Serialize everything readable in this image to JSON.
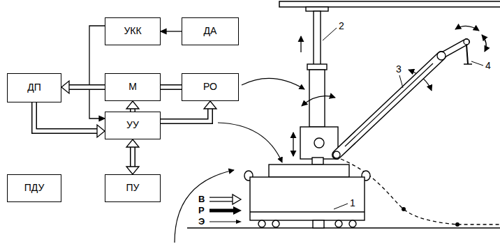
{
  "diagram": {
    "nodes": [
      {
        "text": [
          "УКК"
        ]
      },
      {
        "text": [
          "ДА"
        ]
      },
      {
        "text": [
          "ДП"
        ]
      },
      {
        "text": [
          "М"
        ]
      },
      {
        "text": [
          "РО"
        ]
      },
      {
        "text": [
          "УУ"
        ]
      },
      {
        "text": [
          "ПДУ"
        ]
      },
      {
        "text": [
          "ПУ"
        ]
      }
    ],
    "edges": [
      {
        "from": 1,
        "to": 0,
        "arrow": "to"
      },
      {
        "from": 0,
        "to": 5,
        "arrow": "to"
      },
      {
        "from": 3,
        "to": 2,
        "arrow": "to"
      },
      {
        "from": 3,
        "to": 4,
        "arrow": "none"
      },
      {
        "from": 2,
        "to": 5,
        "arrow": "to"
      },
      {
        "from": 5,
        "to": 3,
        "arrow": "to"
      },
      {
        "from": 5,
        "to": 4,
        "arrow": "to"
      },
      {
        "from": 7,
        "to": 5,
        "arrow": "both"
      }
    ],
    "labels": [
      "1",
      "2",
      "3",
      "4"
    ],
    "legend": [
      {
        "text": "В"
      },
      {
        "text": "Р"
      },
      {
        "text": "Э"
      }
    ]
  }
}
